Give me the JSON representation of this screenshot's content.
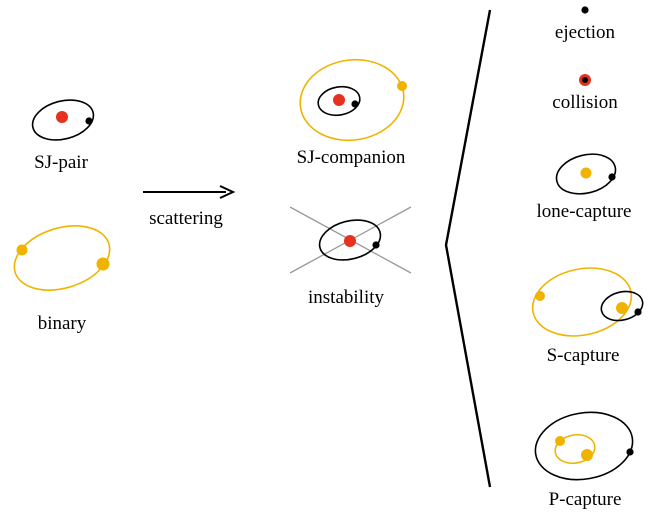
{
  "colors": {
    "planet": "#000000",
    "star_sj": "#e8301e",
    "star_companion": "#f0b400",
    "orbit_black": "#000000",
    "orbit_yellow": "#f0b400",
    "cross_lines": "#999999"
  },
  "left": {
    "sj_pair_label": "SJ-pair",
    "binary_label": "binary"
  },
  "arrow": {
    "label": "scattering"
  },
  "middle": {
    "companion_label": "SJ-companion",
    "instability_label": "instability"
  },
  "outcomes": {
    "ejection": "ejection",
    "collision": "collision",
    "lone_capture": "lone-capture",
    "s_capture": "S-capture",
    "p_capture": "P-capture"
  }
}
